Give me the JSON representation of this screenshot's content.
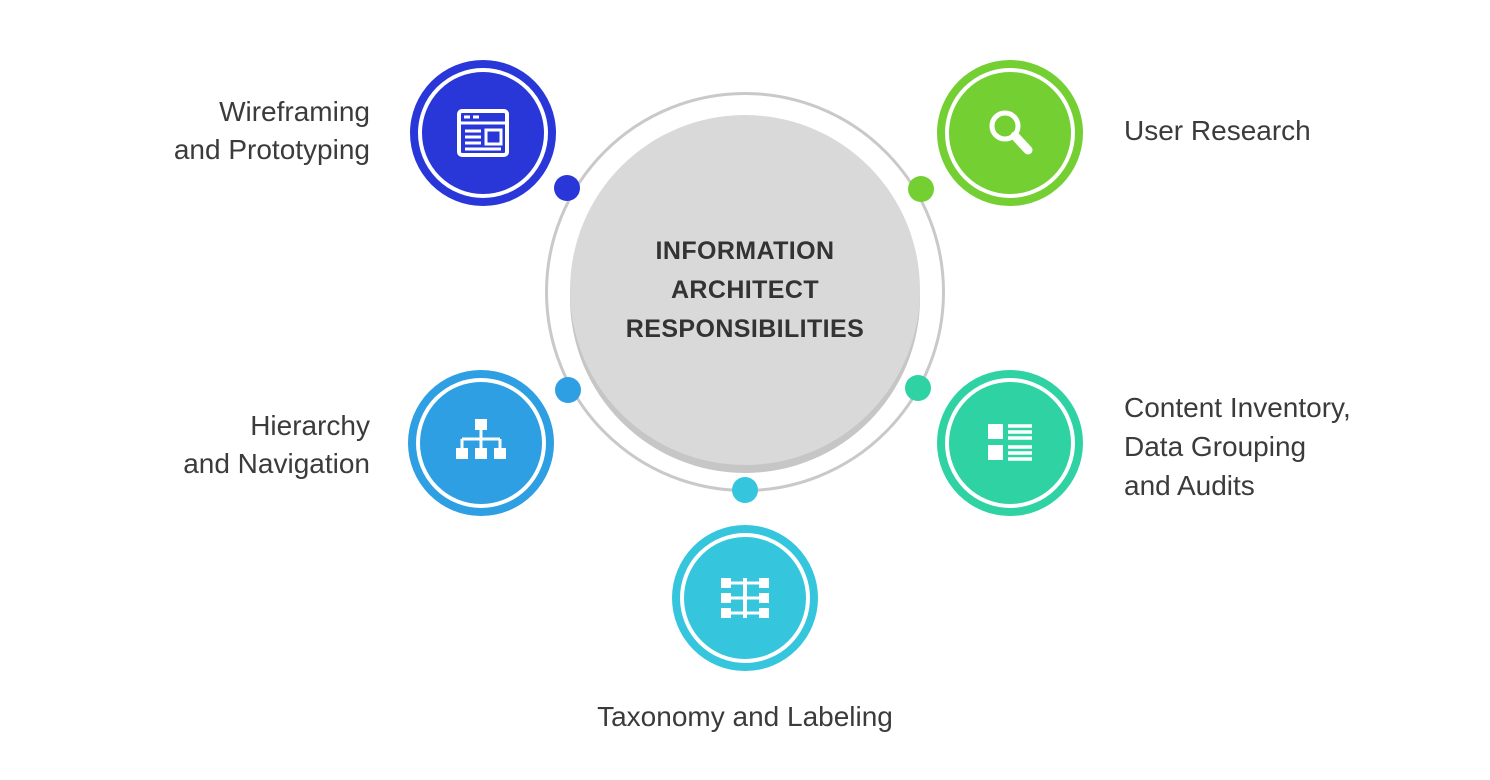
{
  "center": {
    "title": "INFORMATION\nARCHITECT\nRESPONSIBILITIES"
  },
  "nodes": [
    {
      "id": "wireframing-prototyping",
      "label": "Wireframing\nand Prototyping",
      "color": "#2936d8",
      "icon": "browser-wireframe-icon"
    },
    {
      "id": "user-research",
      "label": "User Research",
      "color": "#74cf33",
      "icon": "magnifier-icon"
    },
    {
      "id": "hierarchy-navigation",
      "label": "Hierarchy\nand Navigation",
      "color": "#2d9fe2",
      "icon": "sitemap-icon"
    },
    {
      "id": "content-inventory",
      "label": "Content Inventory,\nData Grouping\nand Audits",
      "color": "#2fd2a2",
      "icon": "content-list-icon"
    },
    {
      "id": "taxonomy-labeling",
      "label": "Taxonomy and Labeling",
      "color": "#35c6dd",
      "icon": "taxonomy-network-icon"
    }
  ],
  "colors": {
    "background": "#ffffff",
    "center_fill": "#d9d9d9",
    "center_shadow": "#c6c6c6",
    "orbit_ring": "#c9c9c9",
    "text": "#3b3b3b",
    "title_text": "#333333",
    "icon": "#ffffff"
  }
}
